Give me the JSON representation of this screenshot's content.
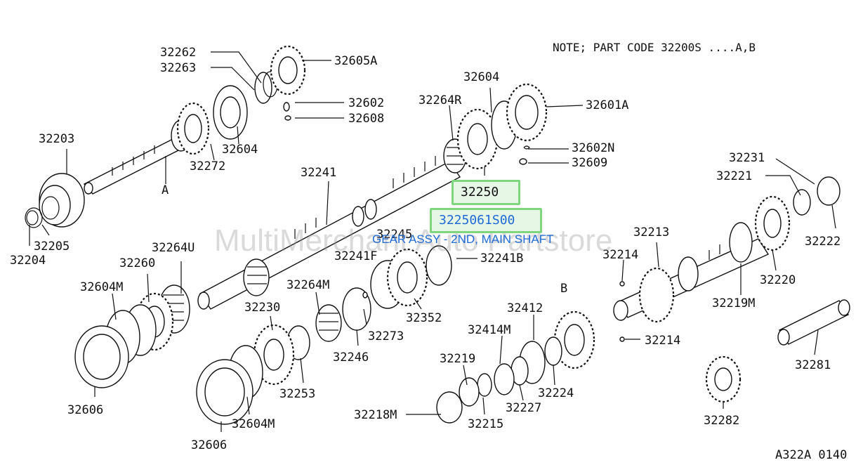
{
  "note": "NOTE; PART CODE  32200S  ....A,B",
  "footer_code": "A322A 0140",
  "watermark": "MultiMerchant Auto Partstore",
  "highlight": {
    "part_number": "32250",
    "catalog_number": "3225061S00",
    "description": "GEAR ASSY - 2ND, MAIN SHAFT"
  },
  "markers": {
    "a": "A",
    "b": "B"
  },
  "labels": {
    "l32262": "32262",
    "l32263": "32263",
    "l32605A": "32605A",
    "l32602": "32602",
    "l32608": "32608",
    "l32604_top": "32604",
    "l32272": "32272",
    "l32203": "32203",
    "l32205": "32205",
    "l32204": "32204",
    "l32604_mid": "32604",
    "l32264R": "32264R",
    "l32601A": "32601A",
    "l32602N": "32602N",
    "l32609": "32609",
    "l32241": "32241",
    "l32245": "32245",
    "l32241F": "32241F",
    "l32241B": "32241B",
    "l32264U": "32264U",
    "l32260": "32260",
    "l32604M_left": "32604M",
    "l32606_left": "32606",
    "l32264M": "32264M",
    "l32230": "32230",
    "l32273": "32273",
    "l32352": "32352",
    "l32246": "32246",
    "l32253": "32253",
    "l32604M_low": "32604M",
    "l32606_low": "32606",
    "l32412": "32412",
    "l32414M": "32414M",
    "l32219": "32219",
    "l32218M": "32218M",
    "l32215": "32215",
    "l32227": "32227",
    "l32224": "32224",
    "l32231": "32231",
    "l32221": "32221",
    "l32222": "32222",
    "l32213": "32213",
    "l32214_top": "32214",
    "l32214_bot": "32214",
    "l32220": "32220",
    "l32219M": "32219M",
    "l32281": "32281",
    "l32282": "32282"
  }
}
